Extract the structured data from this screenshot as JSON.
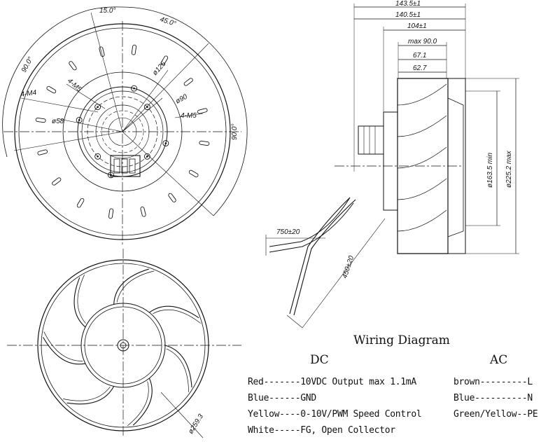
{
  "dimensions": {
    "top_view": {
      "angle_15": "15.0°",
      "angle_45": "45.0°",
      "angle_90_left": "90.0°",
      "angle_90_right": "90.0°",
      "holes_m4": "4-M4",
      "holes_m5_left": "4-M5",
      "holes_m5_right": "4-M5",
      "dia_125": "ø125",
      "dia_90": "ø90",
      "dia_58": "ø58"
    },
    "bottom_view": {
      "dia_259": "ø259.3"
    },
    "side_view": {
      "w_143": "143.5±1",
      "w_140": "140.5±1",
      "w_104": "104±1",
      "w_max90": "max 90.0",
      "w_67": "67.1",
      "w_62": "62.7",
      "dia_163": "ø163.5 min",
      "dia_225": "ø225.2 max",
      "cable_750": "750±20",
      "cable_450": "450±20"
    }
  },
  "wiring": {
    "title": "Wiring Diagram",
    "dc_heading": "DC",
    "ac_heading": "AC",
    "dc": [
      "Red-------10VDC Output max 1.1mA",
      "Blue------GND",
      "Yellow----0-10V/PWM Speed Control",
      "White-----FG, Open Collector"
    ],
    "ac": [
      "brown---------L",
      "Blue----------N",
      "Green/Yellow--PE"
    ]
  }
}
